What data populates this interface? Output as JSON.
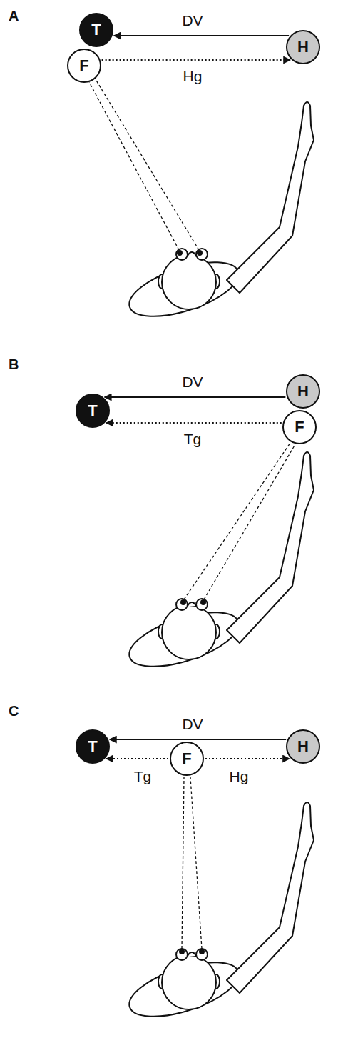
{
  "diagram": {
    "nodes": [
      {
        "text": [
          "T"
        ]
      },
      {
        "text": [
          "F"
        ]
      },
      {
        "text": [
          "H"
        ]
      },
      {
        "text": [
          "H"
        ]
      },
      {
        "text": [
          "T"
        ]
      },
      {
        "text": [
          "F"
        ]
      },
      {
        "text": [
          "T"
        ]
      },
      {
        "text": [
          "F"
        ]
      },
      {
        "text": [
          "H"
        ]
      }
    ],
    "edges": [
      {
        "from": 2,
        "to": 0,
        "arrow": "to",
        "label": "DV"
      },
      {
        "from": 1,
        "to": 2,
        "arrow": "to",
        "label": "Hg"
      },
      {
        "from": 3,
        "to": 4,
        "arrow": "to",
        "label": "DV"
      },
      {
        "from": 5,
        "to": 4,
        "arrow": "to",
        "label": "Tg"
      },
      {
        "from": 8,
        "to": 6,
        "arrow": "to",
        "label": "DV"
      },
      {
        "from": 7,
        "to": 6,
        "arrow": "to",
        "label": "Tg"
      },
      {
        "from": 7,
        "to": 8,
        "arrow": "to",
        "label": "Hg"
      }
    ],
    "labels": [
      "A",
      "B",
      "C"
    ]
  }
}
